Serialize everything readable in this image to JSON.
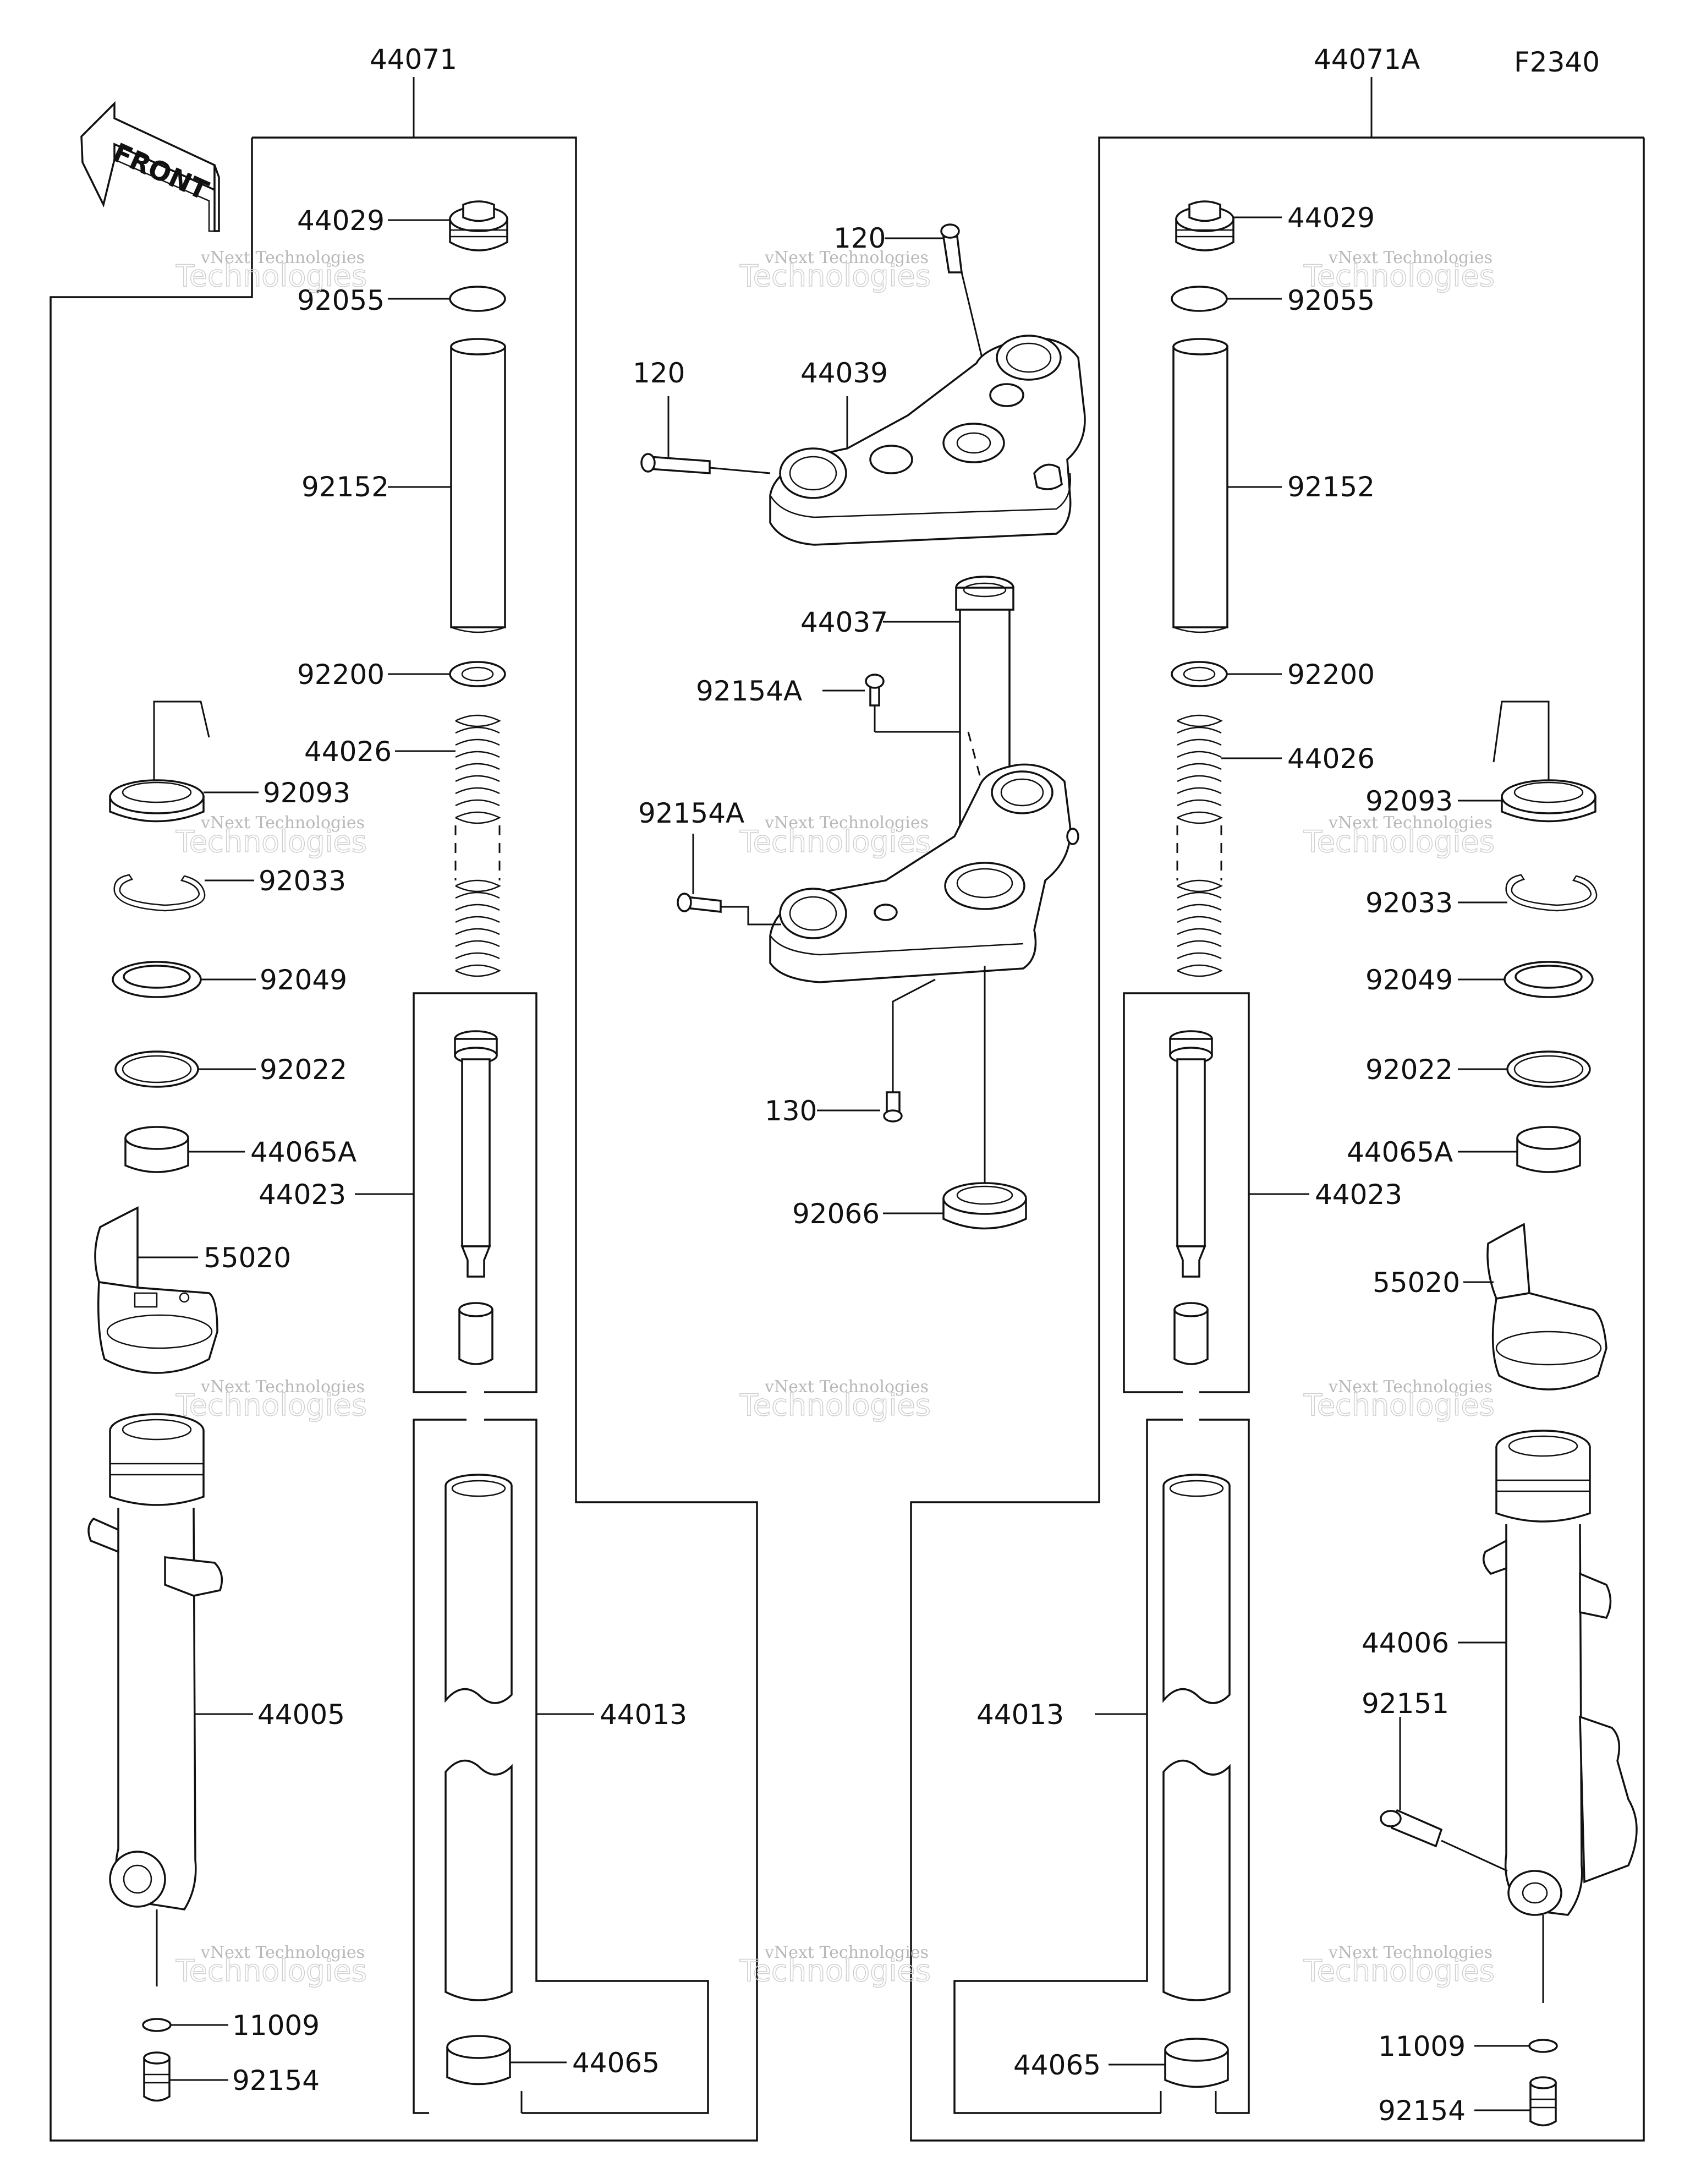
{
  "diagram_code": "F2340",
  "front_arrow_label": "FRONT",
  "watermark": {
    "line1": "vNext Technologies",
    "line2": "Technologies"
  },
  "assemblies": {
    "left": "44071",
    "right": "44071A"
  },
  "labels": {
    "l_44029": "44029",
    "l_92055": "92055",
    "l_92152": "92152",
    "l_92200": "92200",
    "l_44026": "44026",
    "l_92093": "92093",
    "l_92033": "92033",
    "l_92049": "92049",
    "l_92022": "92022",
    "l_44065A": "44065A",
    "l_44023": "44023",
    "l_55020": "55020",
    "l_44005": "44005",
    "l_44013": "44013",
    "l_11009": "11009",
    "l_44065": "44065",
    "l_92154": "92154",
    "c_120_top": "120",
    "c_120_left": "120",
    "c_44039": "44039",
    "c_44037": "44037",
    "c_92154A_1": "92154A",
    "c_92154A_2": "92154A",
    "c_130": "130",
    "c_92066": "92066",
    "r_44029": "44029",
    "r_92055": "92055",
    "r_92152": "92152",
    "r_92200": "92200",
    "r_44026": "44026",
    "r_92093": "92093",
    "r_92033": "92033",
    "r_92049": "92049",
    "r_92022": "92022",
    "r_44065A": "44065A",
    "r_44023": "44023",
    "r_55020": "55020",
    "r_44006": "44006",
    "r_92151": "92151",
    "r_44013": "44013",
    "r_11009": "11009",
    "r_44065": "44065",
    "r_92154": "92154"
  }
}
